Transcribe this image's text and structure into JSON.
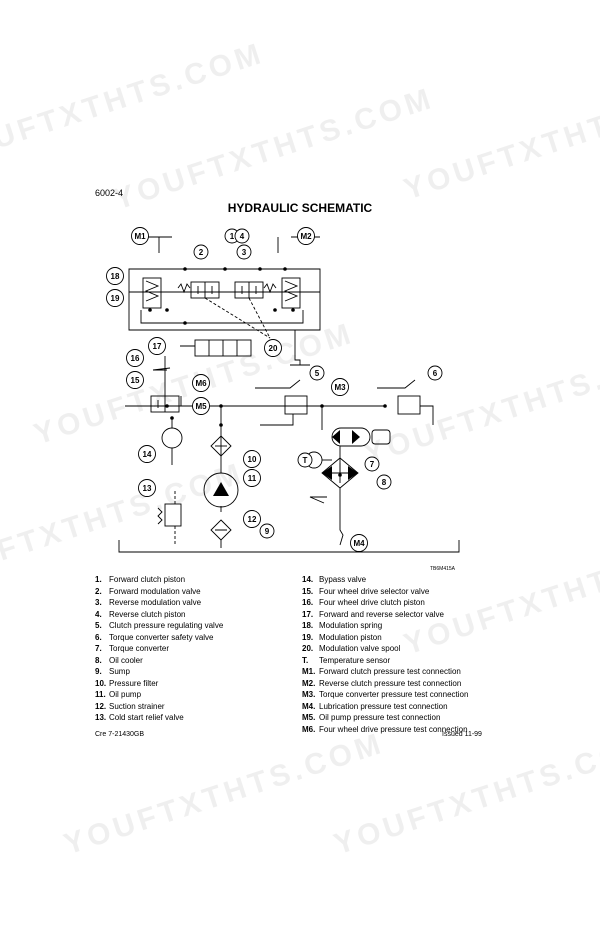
{
  "watermark": "YOUFTXTHTS.COM",
  "page_number": "6002-4",
  "title": "HYDRAULIC SCHEMATIC",
  "figure_code": "TB6M415A",
  "callouts": [
    "1",
    "2",
    "3",
    "4",
    "5",
    "6",
    "7",
    "8",
    "9",
    "10",
    "11",
    "12",
    "13",
    "14",
    "15",
    "16",
    "17",
    "18",
    "19",
    "20",
    "M1",
    "M2",
    "M3",
    "M4",
    "M5",
    "M6",
    "T"
  ],
  "legend_left": [
    {
      "key": "1.",
      "text": "Forward clutch piston"
    },
    {
      "key": "2.",
      "text": "Forward modulation valve"
    },
    {
      "key": "3.",
      "text": "Reverse modulation valve"
    },
    {
      "key": "4.",
      "text": "Reverse clutch piston"
    },
    {
      "key": "5.",
      "text": "Clutch pressure regulating valve"
    },
    {
      "key": "6.",
      "text": "Torque converter safety valve"
    },
    {
      "key": "7.",
      "text": "Torque converter"
    },
    {
      "key": "8.",
      "text": "Oil cooler"
    },
    {
      "key": "9.",
      "text": "Sump"
    },
    {
      "key": "10.",
      "text": "Pressure filter"
    },
    {
      "key": "11.",
      "text": "Oil pump"
    },
    {
      "key": "12.",
      "text": "Suction strainer"
    },
    {
      "key": "13.",
      "text": "Cold start relief valve"
    }
  ],
  "legend_right": [
    {
      "key": "14.",
      "text": "Bypass valve"
    },
    {
      "key": "15.",
      "text": "Four wheel drive selector valve"
    },
    {
      "key": "16.",
      "text": "Four wheel drive clutch piston"
    },
    {
      "key": "17.",
      "text": "Forward and reverse selector valve"
    },
    {
      "key": "18.",
      "text": "Modulation spring"
    },
    {
      "key": "19.",
      "text": "Modulation piston"
    },
    {
      "key": "20.",
      "text": "Modulation valve spool"
    },
    {
      "key": "T.",
      "text": "Temperature sensor"
    },
    {
      "key": "M1.",
      "text": "Forward clutch pressure test connection"
    },
    {
      "key": "M2.",
      "text": "Reverse clutch pressure test connection"
    },
    {
      "key": "M3.",
      "text": "Torque converter pressure test connection"
    },
    {
      "key": "M4.",
      "text": "Lubrication pressure test connection"
    },
    {
      "key": "M5.",
      "text": "Oil pump pressure test connection"
    },
    {
      "key": "M6.",
      "text": "Four wheel drive pressure test connection"
    }
  ],
  "footer_left": "Cre  7-21430GB",
  "footer_right": "Issued 11-99"
}
